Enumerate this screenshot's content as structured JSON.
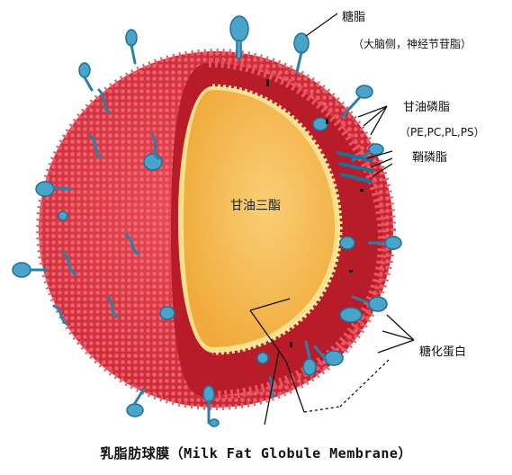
{
  "labels": {
    "glycolipid": "糖脂",
    "glycolipid_detail": "（大脑侧，神经节苷脂）",
    "phospholipid": "甘油磷脂",
    "phospholipid_detail": "（PE,PC,PL,PS）",
    "sphingo": "鞘磷脂",
    "glycoprotein": "糖化蛋白",
    "core": "甘油三酯"
  },
  "caption": {
    "zh": "乳脂肪球膜",
    "en": "（Milk Fat Globule Membrane）"
  },
  "colors": {
    "membrane_red": "#e2343f",
    "membrane_dark": "#b81c29",
    "phospholipid_dots": "#f0707a",
    "core_yellow": "#f6c15a",
    "core_edge": "#f0a834",
    "protein_blue": "#4aa3c8",
    "protein_dark": "#1f6f99"
  }
}
